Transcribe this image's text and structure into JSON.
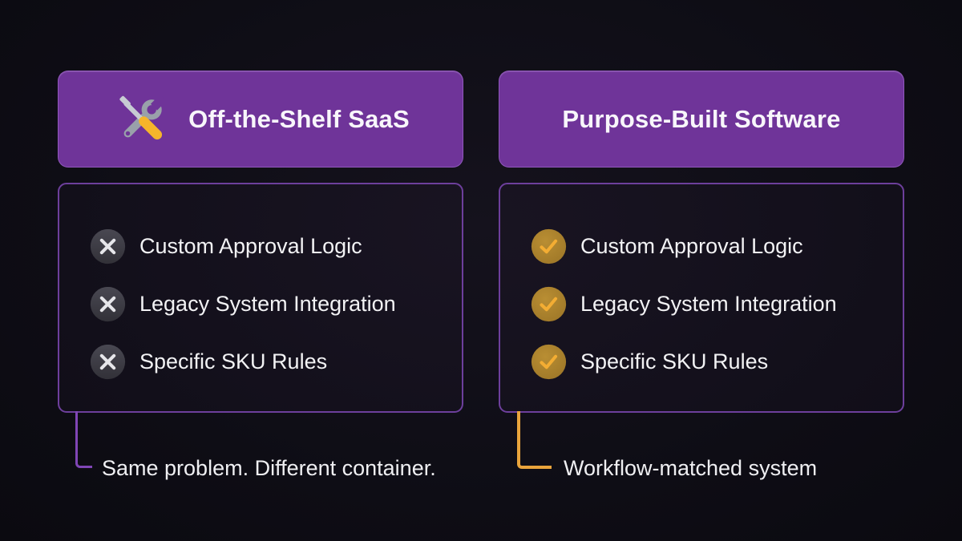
{
  "canvas": {
    "background": "#0e0d15"
  },
  "colors": {
    "header_purple": "#6f3499",
    "box_border": "#6d3f9c",
    "purple_connector": "#8046b6",
    "gold_connector": "#e9a43c",
    "check_circle_bg": "#a67e2c",
    "check_mark": "#f3ad33",
    "cross_circle_bg": "#3c3b43",
    "cross_mark": "#e6e6ea",
    "text": "#f2f2f4"
  },
  "left": {
    "header": {
      "label": "Off-the-Shelf SaaS",
      "icon": "tools-icon"
    },
    "items": [
      {
        "label": "Custom Approval Logic",
        "status": "cross"
      },
      {
        "label": "Legacy System Integration",
        "status": "cross"
      },
      {
        "label": "Specific SKU Rules",
        "status": "cross"
      }
    ],
    "footnote": "Same problem. Different container."
  },
  "right": {
    "header": {
      "label": "Purpose-Built Software"
    },
    "items": [
      {
        "label": "Custom Approval Logic",
        "status": "check"
      },
      {
        "label": "Legacy System Integration",
        "status": "check"
      },
      {
        "label": "Specific SKU Rules",
        "status": "check"
      }
    ],
    "footnote": "Workflow-matched system"
  }
}
